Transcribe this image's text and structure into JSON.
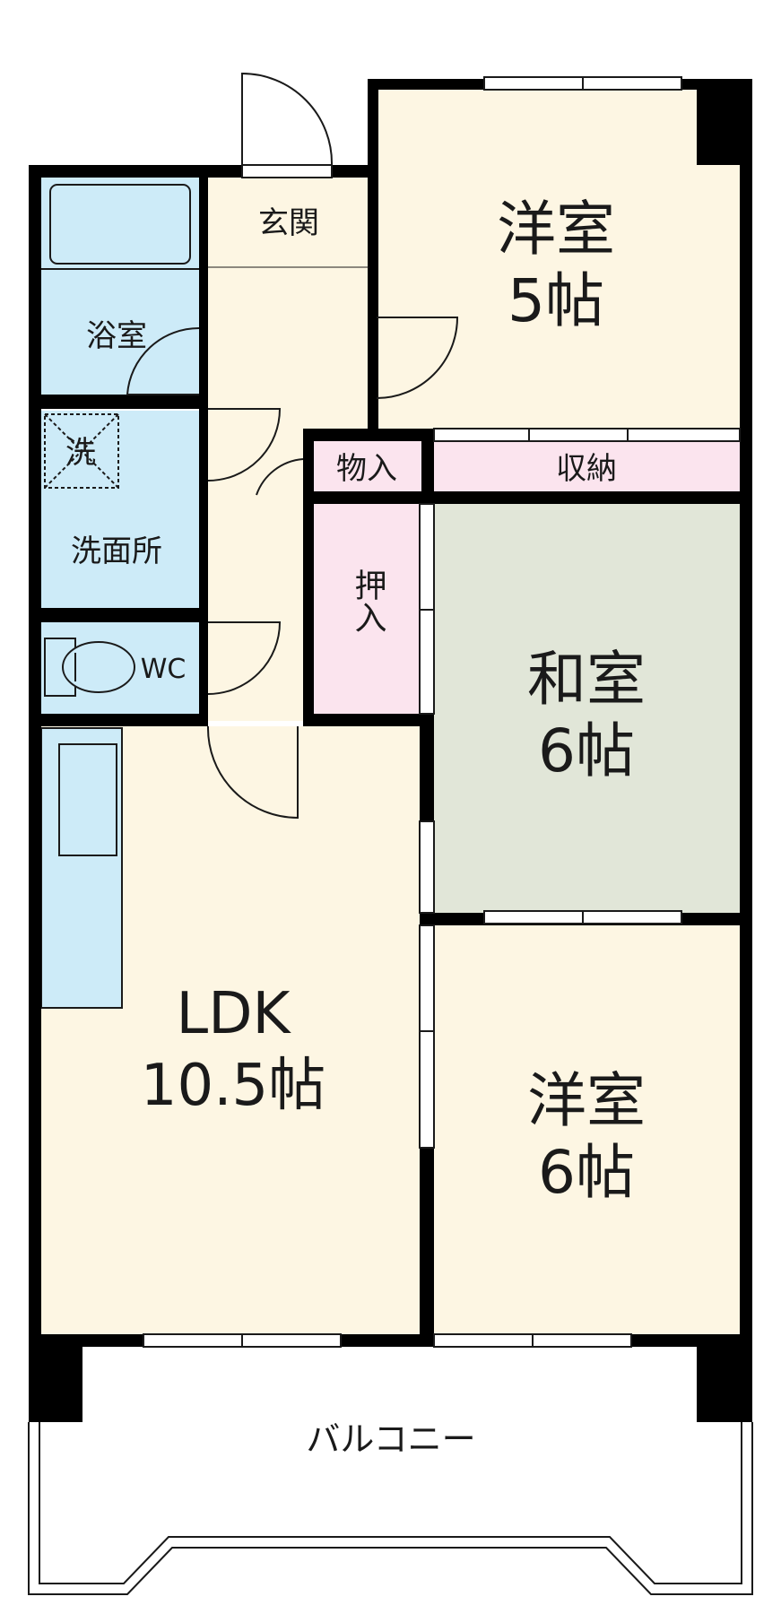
{
  "rooms": {
    "genkan": "玄関",
    "western1": {
      "name": "洋室",
      "size": "5帖"
    },
    "bath": "浴室",
    "washer": "洗",
    "washroom": "洗面所",
    "wc": "WC",
    "closet_small": "物入",
    "storage": "収納",
    "oshiire": "押入",
    "japanese": {
      "name": "和室",
      "size": "6帖"
    },
    "ldk": {
      "name": "LDK",
      "size": "10.5帖"
    },
    "western2": {
      "name": "洋室",
      "size": "6帖"
    },
    "balcony": "バルコニー"
  },
  "colors": {
    "western_floor": "#FDF6E3",
    "wet_area": "#CDEBF8",
    "storage": "#FBE4EE",
    "tatami": "#E1E6D8",
    "wall": "#000000"
  }
}
